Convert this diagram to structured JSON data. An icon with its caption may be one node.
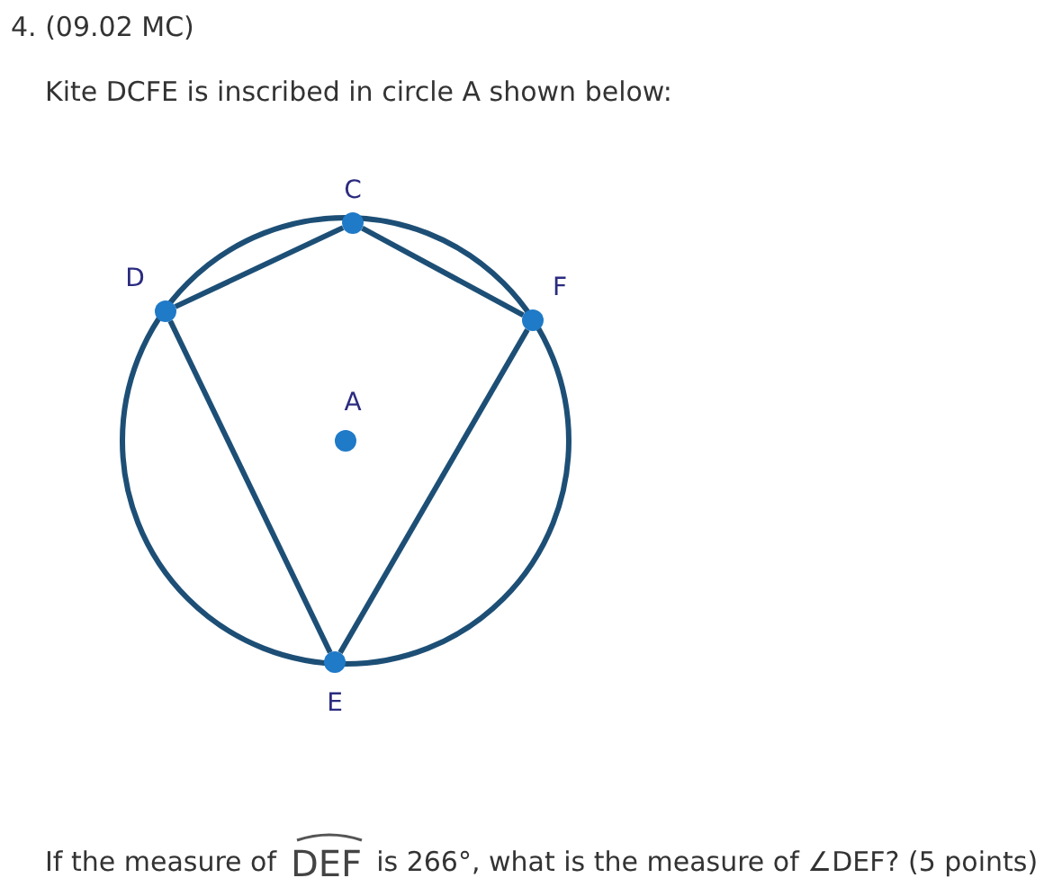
{
  "diagram": {
    "title": "4. (09.02 MC)",
    "nodes": [
      {
        "text": [
          "C"
        ]
      },
      {
        "text": [
          "D"
        ]
      },
      {
        "text": [
          "F"
        ]
      },
      {
        "text": [
          "A"
        ]
      },
      {
        "text": [
          "E"
        ]
      }
    ],
    "edges": [
      {
        "from": 1,
        "to": 0,
        "arrow": "none"
      },
      {
        "from": 0,
        "to": 2,
        "arrow": "none"
      },
      {
        "from": 2,
        "to": 4,
        "arrow": "none"
      },
      {
        "from": 4,
        "to": 1,
        "arrow": "none"
      }
    ],
    "labels": [
      "Kite DCFE is inscribed in circle A shown below:",
      "If the measure of",
      "DEF",
      "is 266°, what is the measure of ∠DEF? (5 points)"
    ]
  }
}
